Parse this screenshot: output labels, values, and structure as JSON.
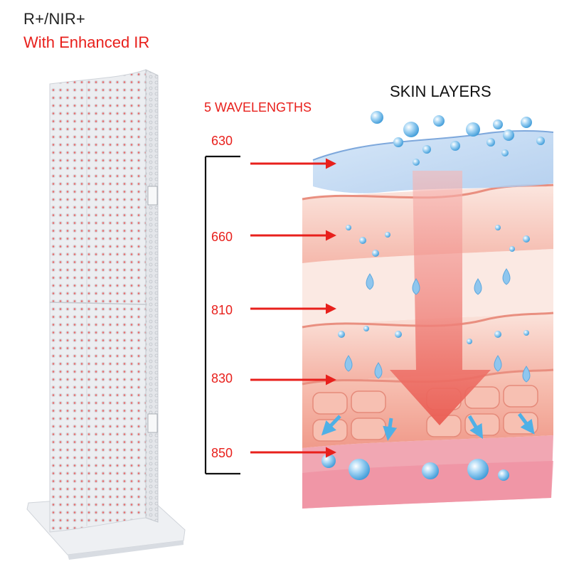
{
  "header": {
    "title": "R+/NIR+",
    "subtitle": "With Enhanced IR"
  },
  "wavelengths": {
    "title": "5 WAVELENGTHS",
    "items": [
      {
        "label": "630"
      },
      {
        "label": "660"
      },
      {
        "label": "810"
      },
      {
        "label": "830"
      },
      {
        "label": "850"
      }
    ]
  },
  "skin": {
    "title": "SKIN LAYERS"
  },
  "colors": {
    "accent_red": "#e8201c",
    "panel_grey": "#e9ebee",
    "skin_pink": "#f6b7ab",
    "water_blue": "#5ab4e8"
  }
}
